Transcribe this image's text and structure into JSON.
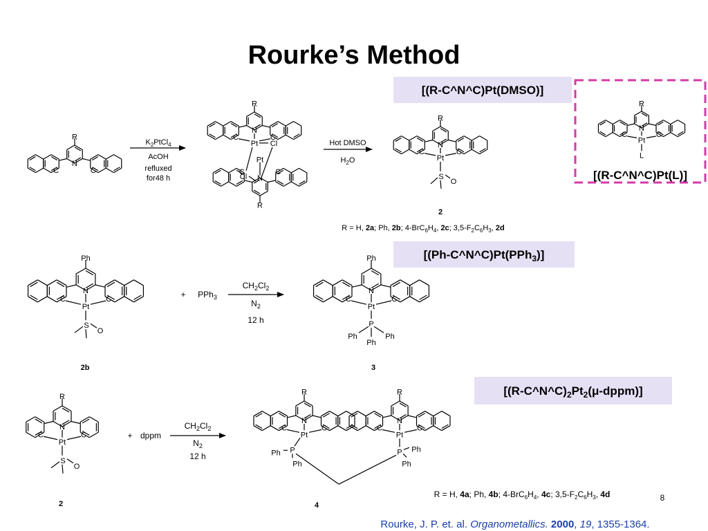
{
  "slide": {
    "title": "Rourke’s Method",
    "page_number": "8"
  },
  "colors": {
    "label_box_bg": "#e6e0f5",
    "dashed_border": "#d63aa7",
    "citation_text": "#1a3ea8"
  },
  "labels": {
    "dmso": "[(R-C^N^C)Pt(DMSO)]",
    "general": "[(R-C^N^C)Pt(L)]",
    "pph3": {
      "main": "[(Ph-C^N^C)Pt(PPh",
      "sub": "3",
      "close": ")]"
    },
    "dppm": {
      "a": "[(R-C^N^C)",
      "sub1": "2",
      "b": "Pt",
      "sub2": "2",
      "c": "(μ-dppm)]"
    }
  },
  "scheme1": {
    "reagent_main": "K",
    "reagent_sub1": "2",
    "reagent_mid": "PtCl",
    "reagent_sub2": "4",
    "cond1": "AcOH",
    "cond2": "refluxed",
    "cond3": "for48 h",
    "step2_top": "Hot DMSO",
    "step2_bottom_main": "H",
    "step2_bottom_sub": "2",
    "step2_bottom_end": "O",
    "product_number": "2",
    "r_def": [
      {
        "t": "R = H, "
      },
      {
        "t": "2a",
        "b": true
      },
      {
        "t": "; Ph, "
      },
      {
        "t": "2b",
        "b": true
      },
      {
        "t": "; 4-BrC"
      },
      {
        "t": "6",
        "s": true
      },
      {
        "t": "H"
      },
      {
        "t": "4",
        "s": true
      },
      {
        "t": ", "
      },
      {
        "t": "2c",
        "b": true
      },
      {
        "t": "; 3,5-F"
      },
      {
        "t": "2",
        "s": true
      },
      {
        "t": "C"
      },
      {
        "t": "6",
        "s": true
      },
      {
        "t": "H"
      },
      {
        "t": "3",
        "s": true
      },
      {
        "t": ", "
      },
      {
        "t": "2d",
        "b": true
      }
    ]
  },
  "scheme2": {
    "plus": "+",
    "reagent_main": "PPh",
    "reagent_sub": "3",
    "cond_top_a": "CH",
    "cond_top_sub1": "2",
    "cond_top_b": "Cl",
    "cond_top_sub2": "2",
    "cond_mid_a": "N",
    "cond_mid_sub": "2",
    "cond_bottom": "12 h",
    "start_number": "2b",
    "product_number": "3"
  },
  "scheme3": {
    "plus": "+",
    "reagent": "dppm",
    "cond_top_a": "CH",
    "cond_top_sub1": "2",
    "cond_top_b": "Cl",
    "cond_top_sub2": "2",
    "cond_mid_a": "N",
    "cond_mid_sub": "2",
    "cond_bottom": "12 h",
    "start_number": "2",
    "product_number": "4",
    "r_def": [
      {
        "t": "R = H, "
      },
      {
        "t": "4a",
        "b": true
      },
      {
        "t": "; Ph, "
      },
      {
        "t": "4b",
        "b": true
      },
      {
        "t": "; 4-BrC"
      },
      {
        "t": "6",
        "s": true
      },
      {
        "t": "H"
      },
      {
        "t": "4",
        "s": true
      },
      {
        "t": ", "
      },
      {
        "t": "4c",
        "b": true
      },
      {
        "t": "; 3,5-F"
      },
      {
        "t": "2",
        "s": true
      },
      {
        "t": "C"
      },
      {
        "t": "6",
        "s": true
      },
      {
        "t": "H"
      },
      {
        "t": "3",
        "s": true
      },
      {
        "t": ", "
      },
      {
        "t": "4d",
        "b": true
      }
    ]
  },
  "atoms": {
    "R": "R",
    "Ph": "Ph",
    "N": "N",
    "C": "C",
    "Pt": "Pt",
    "Cl": "Cl",
    "S": "S",
    "O": "O",
    "P": "P",
    "L": "L"
  },
  "citation": {
    "authors": "Rourke, J. P. et. al. ",
    "journal": "Organometallics.",
    "space": " ",
    "year": "2000",
    "sep": ", ",
    "volume": "19",
    "pages": ", 1355-1364."
  }
}
